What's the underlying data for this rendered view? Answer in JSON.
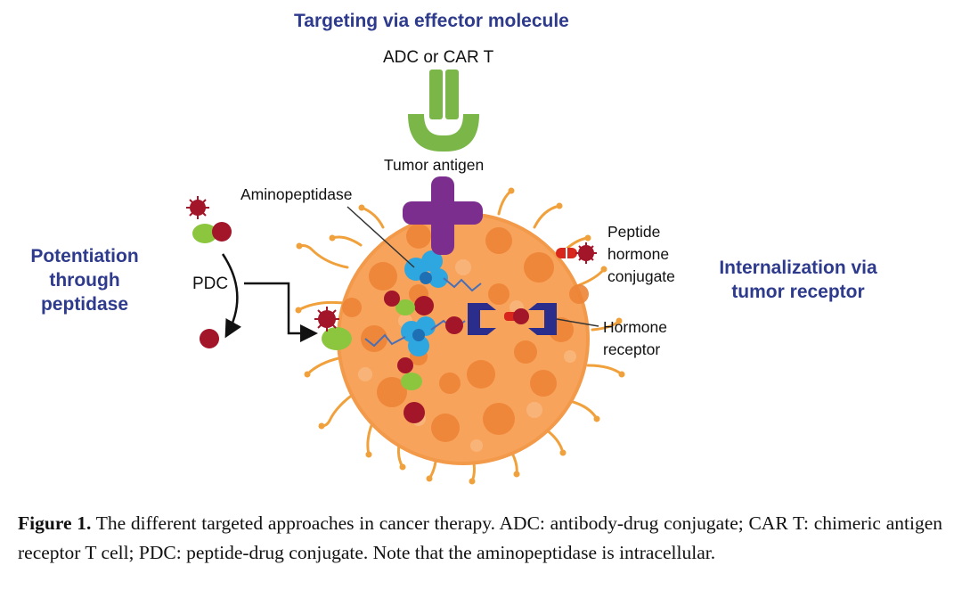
{
  "labels": {
    "top_heading": "Targeting via effector molecule",
    "effector": "ADC or CAR T",
    "tumor_antigen": "Tumor antigen",
    "aminopeptidase": "Aminopeptidase",
    "left_heading": [
      "Potentiation",
      "through",
      "peptidase"
    ],
    "pdc": "PDC",
    "peptide_conjugate": [
      "Peptide",
      "hormone",
      "conjugate"
    ],
    "right_heading": [
      "Internalization via",
      "tumor receptor"
    ],
    "hormone_receptor": [
      "Hormone",
      "receptor"
    ]
  },
  "caption": {
    "label": "Figure 1.",
    "text": " The different targeted approaches in cancer therapy. ADC: antibody-drug conjugate; CAR T: chimeric antigen receptor T cell; PDC: peptide-drug conjugate.  Note that the aminopeptidase is intracellular."
  },
  "colors": {
    "heading": "#2e3a8c",
    "cell_body": "#f7a35c",
    "cell_spots": "#ee8436",
    "antibody": "#7ab648",
    "antigen": "#7b2e8e",
    "aminopeptidase": "#2ea6e0",
    "payload": "#a3162a",
    "peptide": "#8cc63f",
    "receptor": "#2b2d8c"
  }
}
